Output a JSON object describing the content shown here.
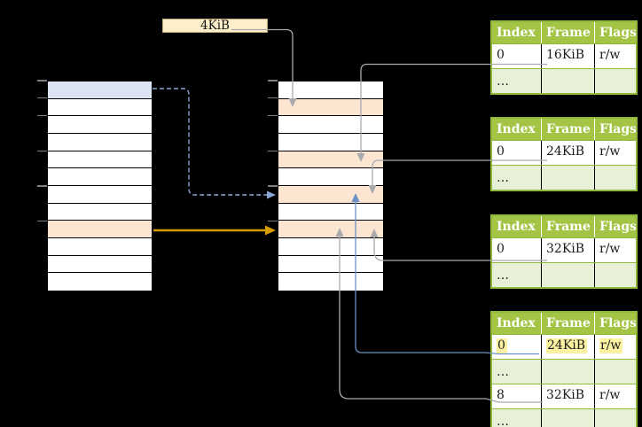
{
  "colors": {
    "background": "#000000",
    "label_fill": "#FCEFC9",
    "label_border": "#BFA871",
    "row_white": "#FFFFFF",
    "row_blue": "#DAE4F2",
    "row_orange": "#FCE5D1",
    "tick": "#7F7F7F",
    "header_green": "#A3C444",
    "border_green": "#8FB93B",
    "row_light_green": "#E9F0D8",
    "highlight_yellow": "#FCF2A2",
    "line_gray": "#A9A9AE",
    "line_blue": "#6B92C8",
    "line_blue_dashed": "#8CA6D6",
    "line_orange": "#D79C00",
    "text_dark": "#1A1A1A",
    "header_text": "#FFFFFF"
  },
  "size_label": {
    "text": "4KiB"
  },
  "virtual_memory": {
    "rows": [
      "blue",
      "white",
      "white",
      "white",
      "white",
      "white",
      "white",
      "white",
      "orange",
      "white",
      "white",
      "white"
    ],
    "ticks": [
      0,
      1,
      2,
      4,
      6,
      8
    ]
  },
  "physical_memory": {
    "rows": [
      "white",
      "orange",
      "white",
      "white",
      "orange",
      "white",
      "orange",
      "white",
      "orange",
      "white",
      "white",
      "white"
    ],
    "ticks": [
      0,
      1,
      2,
      4,
      6,
      8
    ]
  },
  "page_tables": [
    {
      "headers": [
        "Index",
        "Frame",
        "Flags"
      ],
      "rows": [
        {
          "cells": [
            "0",
            "16KiB",
            "r/w"
          ]
        },
        {
          "cells": [
            "…",
            "",
            ""
          ],
          "dots": true
        }
      ]
    },
    {
      "headers": [
        "Index",
        "Frame",
        "Flags"
      ],
      "rows": [
        {
          "cells": [
            "0",
            "24KiB",
            "r/w"
          ]
        },
        {
          "cells": [
            "…",
            "",
            ""
          ],
          "dots": true
        }
      ]
    },
    {
      "headers": [
        "Index",
        "Frame",
        "Flags"
      ],
      "rows": [
        {
          "cells": [
            "0",
            "32KiB",
            "r/w"
          ]
        },
        {
          "cells": [
            "…",
            "",
            ""
          ],
          "dots": true
        }
      ]
    },
    {
      "headers": [
        "Index",
        "Frame",
        "Flags"
      ],
      "rows": [
        {
          "cells": [
            "0",
            "24KiB",
            "r/w"
          ],
          "highlight": true
        },
        {
          "cells": [
            "…",
            "",
            ""
          ],
          "dots": true
        },
        {
          "cells": [
            "8",
            "32KiB",
            "r/w"
          ]
        },
        {
          "cells": [
            "…",
            "",
            ""
          ],
          "dots": true
        }
      ]
    }
  ]
}
